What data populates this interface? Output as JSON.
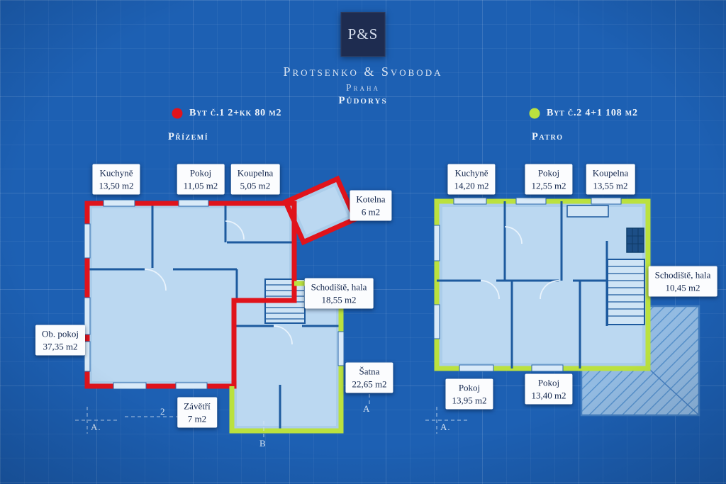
{
  "header": {
    "logo_monogram": "P&S",
    "company": "Protsenko & Svoboda",
    "city": "Praha",
    "page_title": "Půdorys"
  },
  "legend": {
    "unit1_label": "Byt č.1 2+kk 80 m2",
    "unit2_label": "Byt č.2 4+1 108 m2"
  },
  "colors": {
    "unit1": "#e0131b",
    "unit2": "#bbe13e",
    "background": "#1d60b3",
    "plan_fill": "#abcdea",
    "label_text": "#15284e"
  },
  "ground_floor": {
    "title": "Přízemí",
    "rooms": [
      {
        "name": "Kuchyně",
        "area": "13,50 m2"
      },
      {
        "name": "Pokoj",
        "area": "11,05 m2"
      },
      {
        "name": "Koupelna",
        "area": "5,05 m2"
      },
      {
        "name": "Kotelna",
        "area": "6 m2"
      },
      {
        "name": "Schodiště, hala",
        "area": "18,55 m2"
      },
      {
        "name": "Ob. pokoj",
        "area": "37,35 m2"
      },
      {
        "name": "Šatna",
        "area": "22,65 m2"
      },
      {
        "name": "Závětří",
        "area": "7 m2"
      }
    ],
    "markers": {
      "a_left": "A.",
      "dim": "2",
      "a_right": "A",
      "b": "B"
    }
  },
  "upper_floor": {
    "title": "Patro",
    "rooms": [
      {
        "name": "Kuchyně",
        "area": "14,20 m2"
      },
      {
        "name": "Pokoj",
        "area": "12,55 m2"
      },
      {
        "name": "Koupelna",
        "area": "13,55 m2"
      },
      {
        "name": "Schodiště, hala",
        "area": "10,45 m2"
      },
      {
        "name": "Pokoj",
        "area": "13,95 m2"
      },
      {
        "name": "Pokoj",
        "area": "13,40 m2"
      }
    ],
    "markers": {
      "a_left": "A."
    }
  }
}
